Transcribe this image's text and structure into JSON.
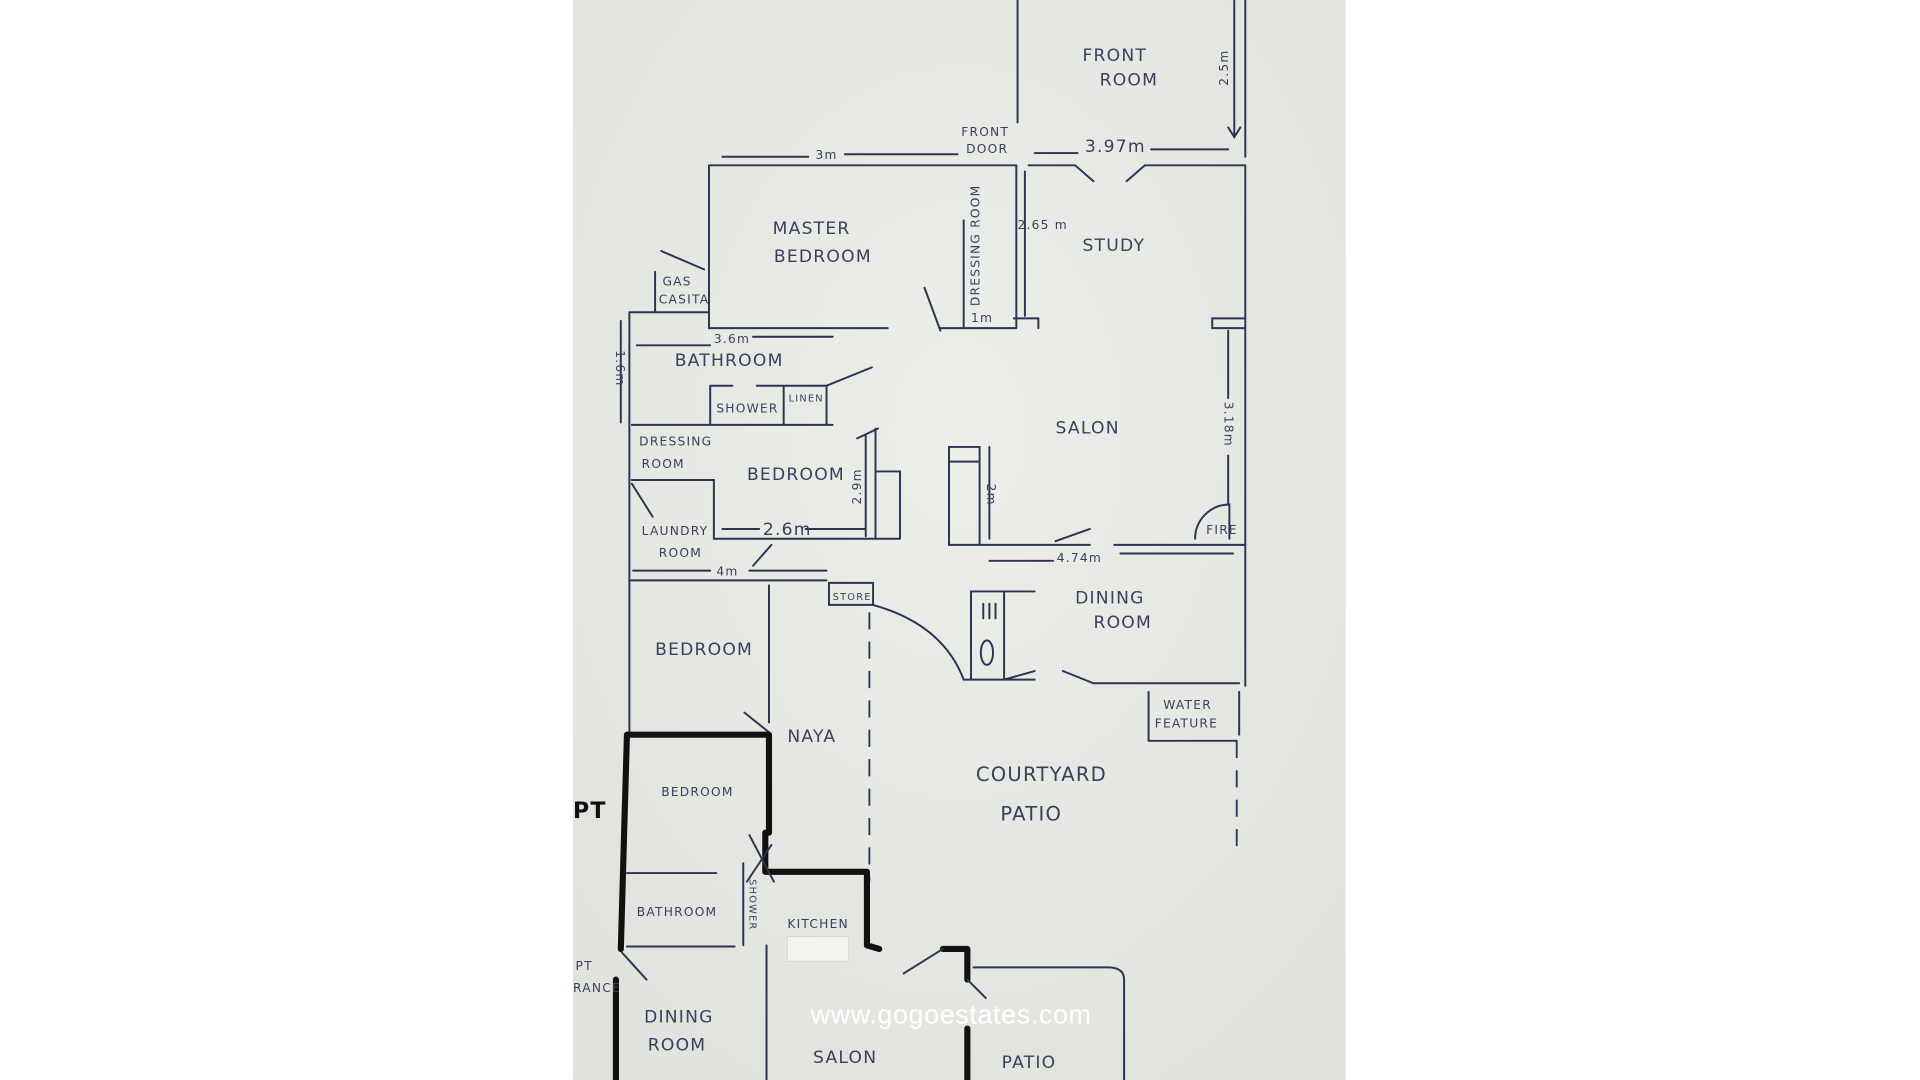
{
  "rooms": {
    "front_room": [
      "FRONT",
      "ROOM"
    ],
    "front_door": [
      "FRONT",
      "DOOR"
    ],
    "master_bedroom": [
      "MASTER",
      "BEDROOM"
    ],
    "dressing_room_vertical": "DRESSING ROOM",
    "study": "STUDY",
    "gas_casita": [
      "GAS",
      "CASITA"
    ],
    "bathroom": "BATHROOM",
    "shower": "SHOWER",
    "linen": "LINEN",
    "dressing_room": [
      "DRESSING",
      "ROOM"
    ],
    "bedroom_2": "BEDROOM",
    "salon": "SALON",
    "fire": "FIRE",
    "laundry_room": [
      "LAUNDRY",
      "ROOM"
    ],
    "store": "STORE",
    "dining_room": [
      "DINING",
      "ROOM"
    ],
    "bedroom_3": "BEDROOM",
    "naya": "NAYA",
    "water_feature": [
      "WATER",
      "FEATURE"
    ],
    "courtyard_patio": [
      "COURTYARD",
      "PATIO"
    ],
    "apt_bedroom": "BEDROOM",
    "apt_bathroom": "BATHROOM",
    "apt_shower": "SHOWER",
    "apt_kitchen": "KITCHEN",
    "apt_label": "PT",
    "apt_entrance": [
      "PT",
      "RANCE"
    ],
    "apt_dining_room": [
      "DINING",
      "ROOM"
    ],
    "apt_salon": "SALON",
    "apt_patio": "PATIO"
  },
  "dimensions": {
    "front_room_depth": "2.5m",
    "master_width": "3m",
    "study_width": "3.97m",
    "dressing_depth": "2.65 m",
    "dressing_width": "1m",
    "bathroom_width": "3.6m",
    "bathroom_depth": "1.6m",
    "bedroom_depth": "2.9m",
    "bedroom_width": "2.6m",
    "salon_depth": "3.18m",
    "chimney_len": "2m",
    "salon_width": "4.74m",
    "laundry_width": "4m"
  },
  "watermark": "www.gogoestates.com",
  "colors": {
    "ink": "#2e3352",
    "paper": "#e9eae6"
  }
}
